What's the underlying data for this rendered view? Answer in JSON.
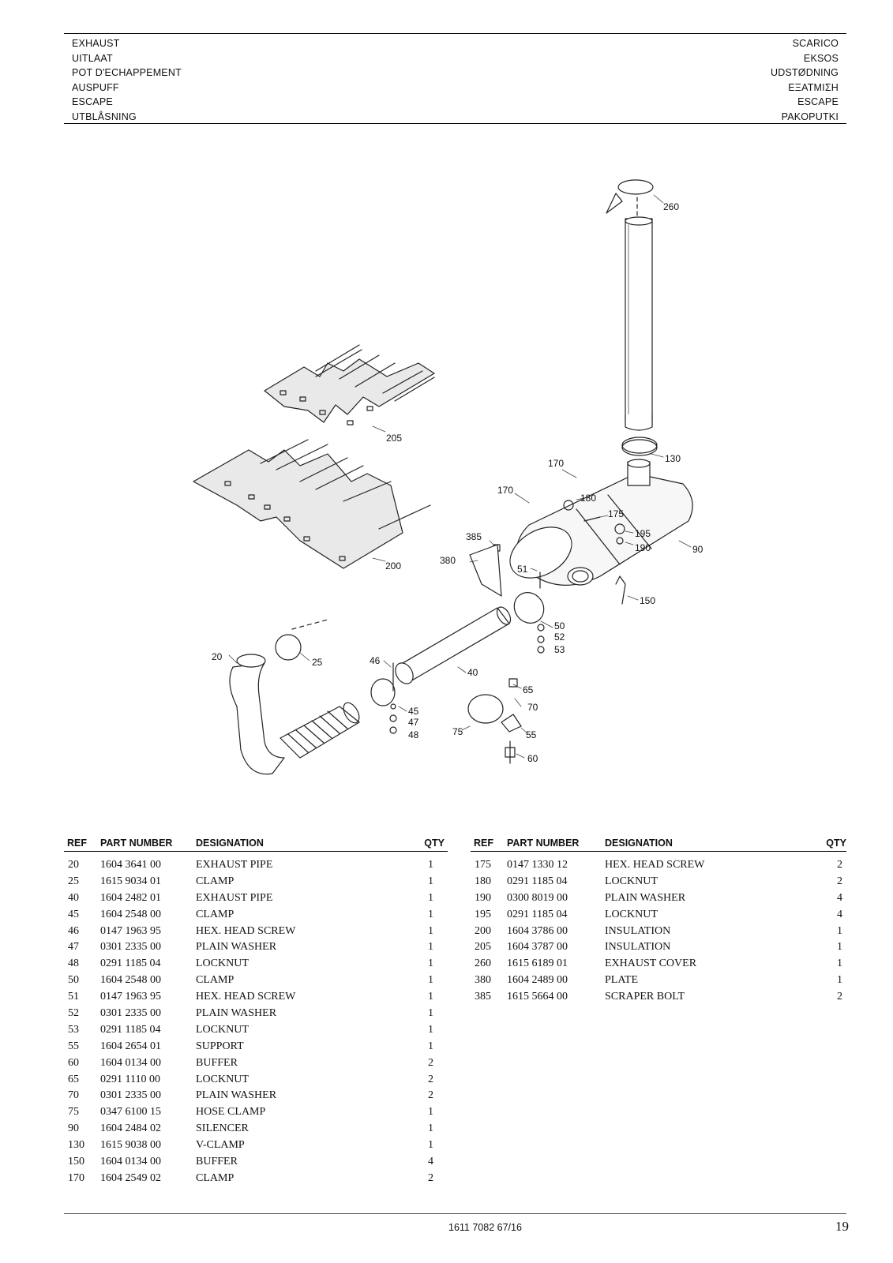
{
  "header": {
    "left": [
      "EXHAUST",
      "UITLAAT",
      "POT D'ECHAPPEMENT",
      "AUSPUFF",
      "ESCAPE",
      "UTBLÅSNING"
    ],
    "right": [
      "SCARICO",
      "EKSOS",
      "UDSTØDNING",
      "ΕΞΑΤΜΙΣΗ",
      "ESCAPE",
      "PAKOPUTKI"
    ]
  },
  "figure": {
    "callouts": {
      "c260": "260",
      "c205": "205",
      "c200": "200",
      "c170a": "170",
      "c170b": "170",
      "c130": "130",
      "c180": "180",
      "c175": "175",
      "c195": "195",
      "c190": "190",
      "c90": "90",
      "c385": "385",
      "c380": "380",
      "c51": "51",
      "c150": "150",
      "c50": "50",
      "c52": "52",
      "c53": "53",
      "c20": "20",
      "c25": "25",
      "c46": "46",
      "c40": "40",
      "c65": "65",
      "c70": "70",
      "c45": "45",
      "c47": "47",
      "c48": "48",
      "c75": "75",
      "c55": "55",
      "c60": "60"
    }
  },
  "table": {
    "headers": {
      "ref": "REF",
      "part_number": "PART NUMBER",
      "designation": "DESIGNATION",
      "qty": "QTY"
    },
    "left_rows": [
      {
        "ref": "20",
        "pn": "1604 3641 00",
        "des": "EXHAUST PIPE",
        "qty": "1"
      },
      {
        "ref": "25",
        "pn": "1615 9034 01",
        "des": "CLAMP",
        "qty": "1"
      },
      {
        "ref": "40",
        "pn": "1604 2482 01",
        "des": "EXHAUST PIPE",
        "qty": "1"
      },
      {
        "ref": "45",
        "pn": "1604 2548 00",
        "des": "CLAMP",
        "qty": "1"
      },
      {
        "ref": "46",
        "pn": "0147 1963 95",
        "des": "HEX. HEAD SCREW",
        "qty": "1"
      },
      {
        "ref": "47",
        "pn": "0301 2335 00",
        "des": "PLAIN WASHER",
        "qty": "1"
      },
      {
        "ref": "48",
        "pn": "0291 1185 04",
        "des": "LOCKNUT",
        "qty": "1"
      },
      {
        "ref": "50",
        "pn": "1604 2548 00",
        "des": "CLAMP",
        "qty": "1"
      },
      {
        "ref": "51",
        "pn": "0147 1963 95",
        "des": "HEX. HEAD SCREW",
        "qty": "1"
      },
      {
        "ref": "52",
        "pn": "0301 2335 00",
        "des": "PLAIN WASHER",
        "qty": "1"
      },
      {
        "ref": "53",
        "pn": "0291 1185 04",
        "des": "LOCKNUT",
        "qty": "1"
      },
      {
        "ref": "55",
        "pn": "1604 2654 01",
        "des": "SUPPORT",
        "qty": "1"
      },
      {
        "ref": "60",
        "pn": "1604 0134 00",
        "des": "BUFFER",
        "qty": "2"
      },
      {
        "ref": "65",
        "pn": "0291 1110 00",
        "des": "LOCKNUT",
        "qty": "2"
      },
      {
        "ref": "70",
        "pn": "0301 2335 00",
        "des": "PLAIN WASHER",
        "qty": "2"
      },
      {
        "ref": "75",
        "pn": "0347 6100 15",
        "des": "HOSE CLAMP",
        "qty": "1"
      },
      {
        "ref": "90",
        "pn": "1604 2484 02",
        "des": "SILENCER",
        "qty": "1"
      },
      {
        "ref": "130",
        "pn": "1615 9038 00",
        "des": "V-CLAMP",
        "qty": "1"
      },
      {
        "ref": "150",
        "pn": "1604 0134 00",
        "des": "BUFFER",
        "qty": "4"
      },
      {
        "ref": "170",
        "pn": "1604 2549 02",
        "des": "CLAMP",
        "qty": "2"
      }
    ],
    "right_rows": [
      {
        "ref": "175",
        "pn": "0147 1330 12",
        "des": "HEX. HEAD SCREW",
        "qty": "2"
      },
      {
        "ref": "180",
        "pn": "0291 1185 04",
        "des": "LOCKNUT",
        "qty": "2"
      },
      {
        "ref": "190",
        "pn": "0300 8019 00",
        "des": "PLAIN WASHER",
        "qty": "4"
      },
      {
        "ref": "195",
        "pn": "0291 1185 04",
        "des": "LOCKNUT",
        "qty": "4"
      },
      {
        "ref": "200",
        "pn": "1604 3786 00",
        "des": "INSULATION",
        "qty": "1"
      },
      {
        "ref": "205",
        "pn": "1604 3787 00",
        "des": "INSULATION",
        "qty": "1"
      },
      {
        "ref": "260",
        "pn": "1615 6189 01",
        "des": "EXHAUST COVER",
        "qty": "1"
      },
      {
        "ref": "380",
        "pn": "1604 2489 00",
        "des": "PLATE",
        "qty": "1"
      },
      {
        "ref": "385",
        "pn": "1615 5664 00",
        "des": "SCRAPER BOLT",
        "qty": "2"
      }
    ]
  },
  "footer": {
    "doc_number": "1611 7082 67/16",
    "page_number": "19"
  }
}
